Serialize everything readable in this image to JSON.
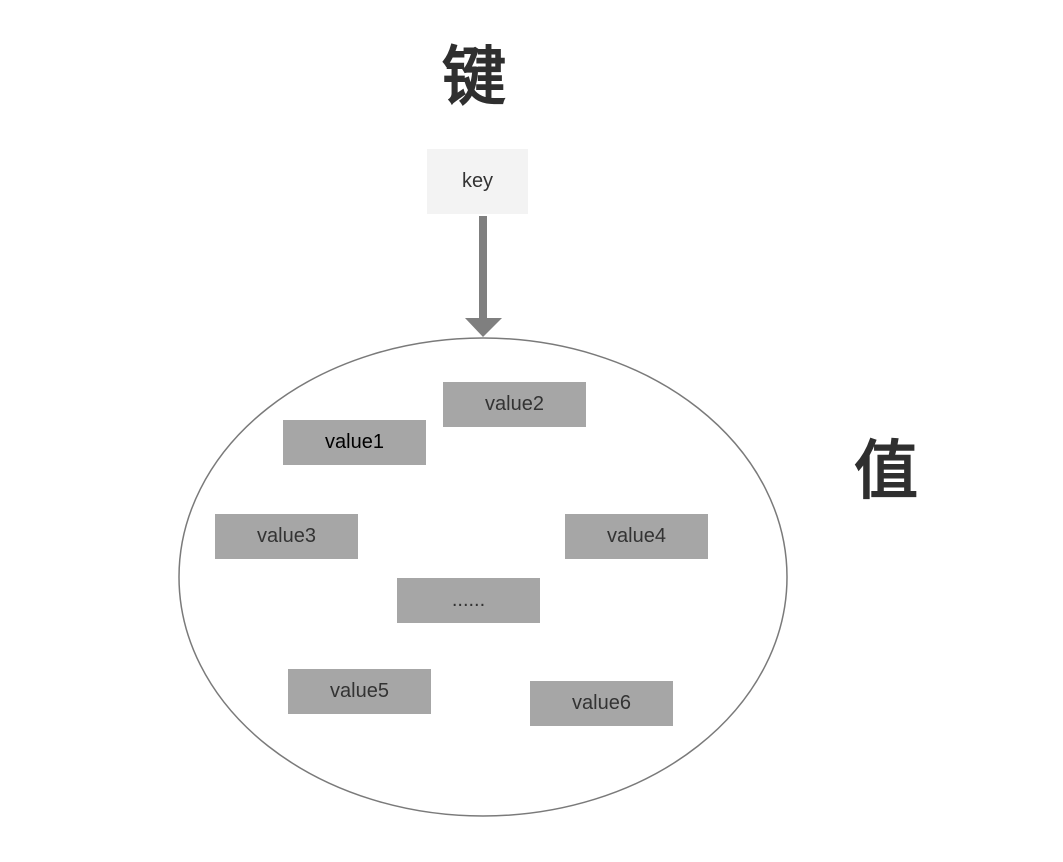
{
  "diagram": {
    "key_heading": "键",
    "value_heading": "值",
    "key_box": {
      "label": "key"
    },
    "value_boxes": [
      {
        "label": "value1"
      },
      {
        "label": "value2"
      },
      {
        "label": "value3"
      },
      {
        "label": "value4"
      },
      {
        "label": "......"
      },
      {
        "label": "value5"
      },
      {
        "label": "value6"
      }
    ],
    "colors": {
      "heading": "#2f2f2f",
      "key_box_fill": "#f3f3f3",
      "value_box_fill": "#a6a6a6",
      "arrow": "#7f7f7f",
      "ellipse_stroke": "#7a7a7a"
    }
  }
}
